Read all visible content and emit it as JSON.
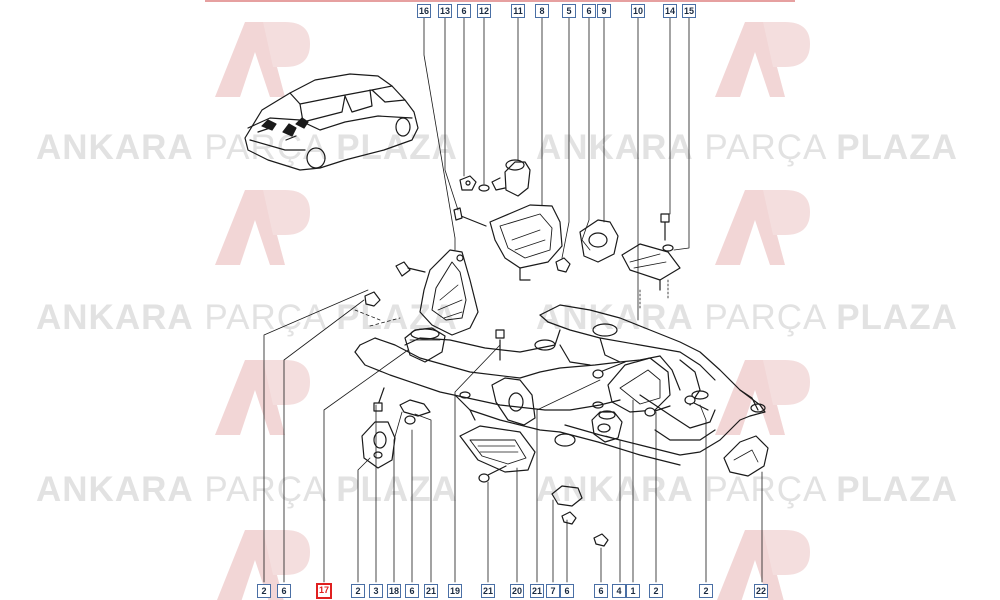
{
  "watermark": {
    "word1": "ANKARA",
    "word2": "PARÇA",
    "word3": "PLAZA",
    "logo": "AP"
  },
  "colors": {
    "line": "#1a1a1a",
    "callout_border": "#4a6fa5",
    "highlight": "#e02020",
    "watermark": "#d9d9d9",
    "watermark_logo": "#f2d6d6"
  },
  "top_callouts": [
    "16",
    "13",
    "6",
    "12",
    "11",
    "8",
    "5",
    "6",
    "9",
    "10",
    "14",
    "15"
  ],
  "bottom_callouts": [
    "2",
    "6",
    "17",
    "2",
    "3",
    "18",
    "6",
    "21",
    "19",
    "21",
    "20",
    "21",
    "7",
    "6",
    "6",
    "4",
    "1",
    "2",
    "2",
    "22"
  ],
  "highlighted_callout": "17"
}
